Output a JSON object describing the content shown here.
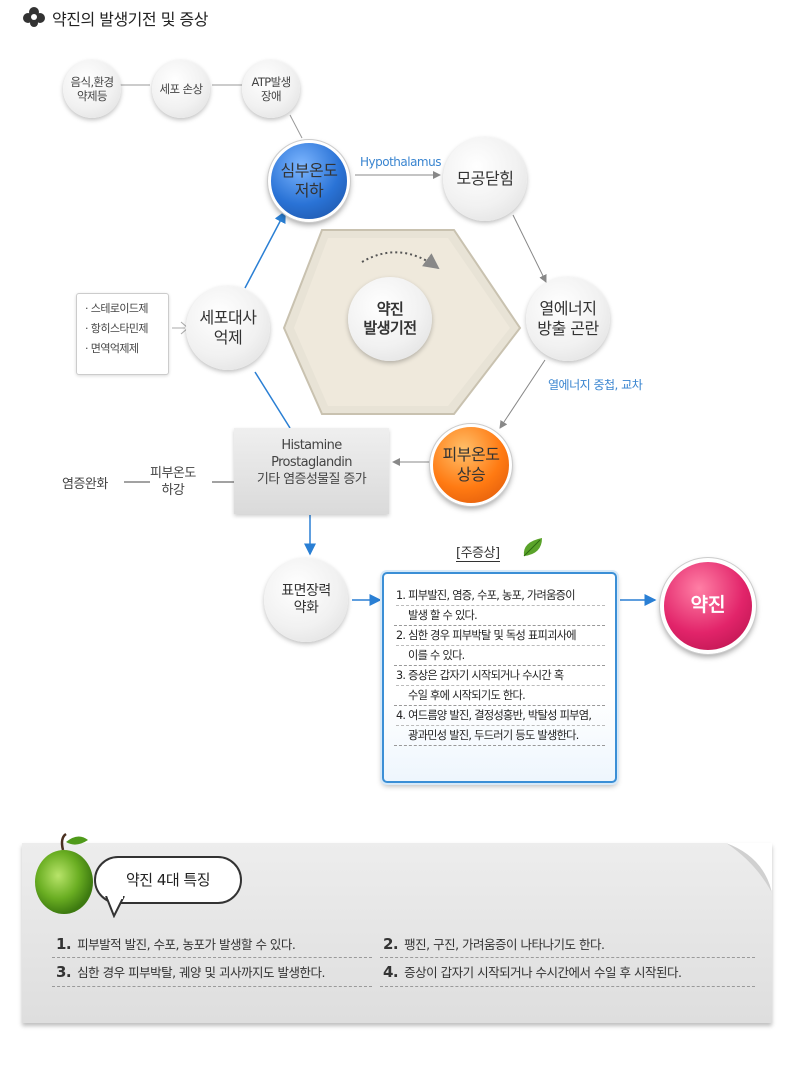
{
  "page_title": "약진의 발생기전 및 증상",
  "top_chain": {
    "node1": [
      "음식,환경",
      "약제등"
    ],
    "node2": "세포 손상",
    "node3": [
      "ATP발생",
      "장애"
    ]
  },
  "cycle": {
    "core_temp": [
      "심부온도",
      "저하"
    ],
    "hypothalamus": "Hypothalamus",
    "pores": "모공닫힘",
    "heat": [
      "열에너지",
      "방출 곤란"
    ],
    "heat_note": "열에너지 중첩, 교차",
    "skin_temp_up": [
      "피부온도",
      "상승"
    ],
    "metabolism": [
      "세포대사",
      "억제"
    ],
    "center": [
      "약진",
      "발생기전"
    ]
  },
  "drugs_list": [
    "· 스테로이드제",
    "· 항히스타민제",
    "· 면역억제제"
  ],
  "mediators": [
    "Histamine",
    "Prostaglandin",
    "기타 염증성물질 증가"
  ],
  "inflammation_relief": "염증완화",
  "skin_temp_down": [
    "피부온도",
    "하강"
  ],
  "surface_tension": [
    "표면장력",
    "약화"
  ],
  "symptoms": {
    "title": "[주증상]",
    "items": [
      [
        "1. 피부발진, 염증, 수포, 농포, 가려움증이",
        "발생 할 수 있다."
      ],
      [
        "2. 심한 경우 피부박탈 및 독성 표피괴사에",
        "이를 수 있다."
      ],
      [
        "3. 증상은 갑자기 시작되거나 수시간  혹",
        "수일 후에 시작되기도 한다."
      ],
      [
        "4. 여드름양 발진, 결정성홍반, 박탈성 피부염,",
        "광과민성 발진, 두드러기 등도  발생한다."
      ]
    ]
  },
  "result": "약진",
  "features": {
    "title": "약진 4대 특징",
    "items": [
      {
        "num": "1.",
        "text": "피부발적  발진, 수포, 농포가 발생할 수 있다."
      },
      {
        "num": "2.",
        "text": "팽진, 구진, 가려움증이 나타나기도 한다."
      },
      {
        "num": "3.",
        "text": "심한 경우 피부박탈, 궤양 및 괴사까지도 발생한다."
      },
      {
        "num": "4.",
        "text": "증상이 갑자기 시작되거나 수시간에서 수일 후 시작된다."
      }
    ]
  },
  "colors": {
    "blue": "#2a73d6",
    "orange": "#ff7a12",
    "pink": "#e2246a",
    "accent_text": "#3a85d0"
  }
}
